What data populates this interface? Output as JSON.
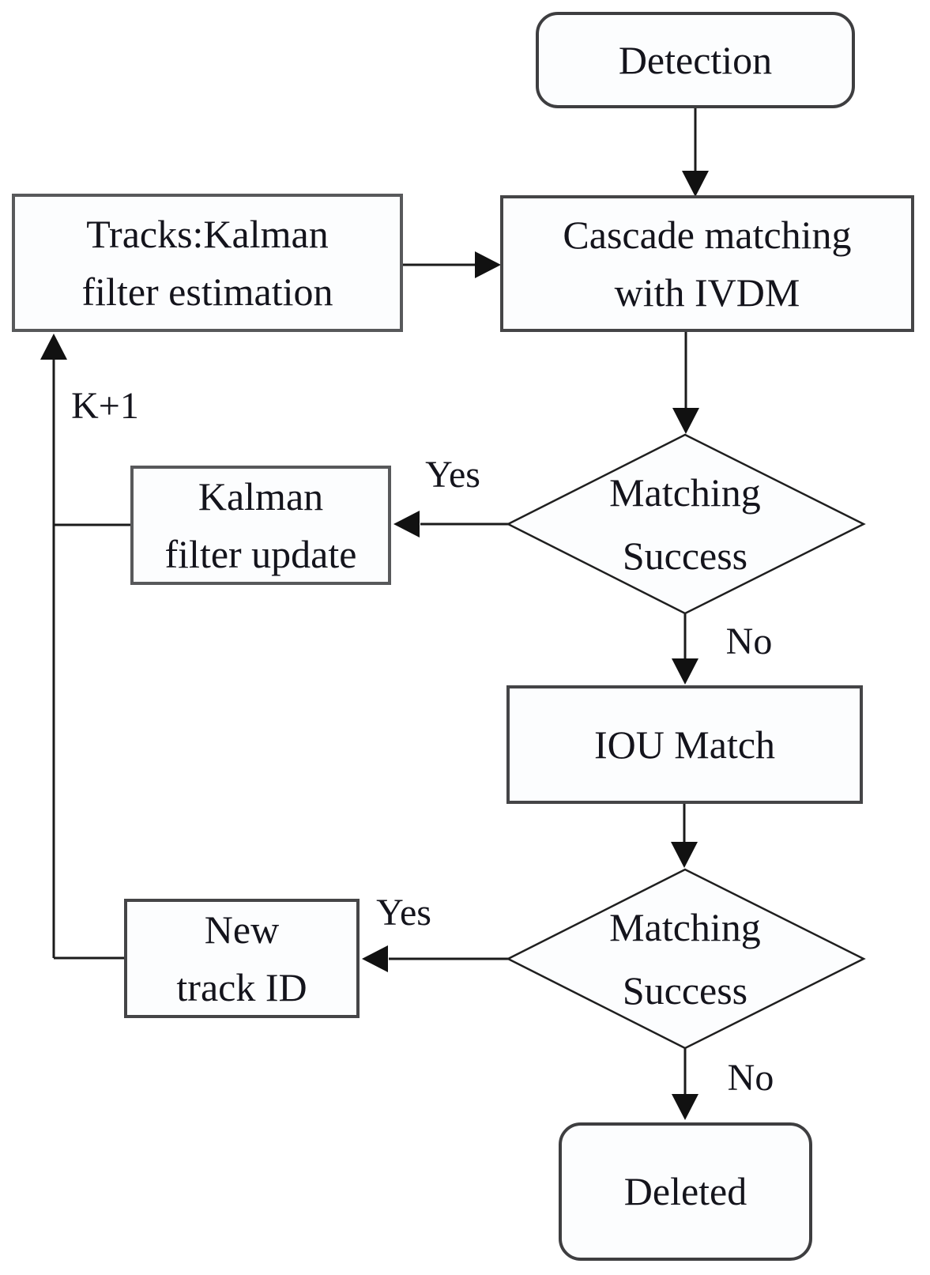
{
  "figure": {
    "kind": "flowchart",
    "nodes": {
      "detection": {
        "label": "Detection",
        "shape": "rounded-rectangle"
      },
      "tracks_kalman": {
        "line1": "Tracks:Kalman",
        "line2": "filter estimation",
        "shape": "rectangle"
      },
      "cascade_matching": {
        "line1": "Cascade matching",
        "line2": "with IVDM",
        "shape": "rectangle"
      },
      "matching_success_1": {
        "line1": "Matching",
        "line2": "Success",
        "shape": "diamond"
      },
      "kalman_filter_update": {
        "line1": "Kalman",
        "line2": "filter update",
        "shape": "rectangle"
      },
      "iou_match": {
        "label": "IOU Match",
        "shape": "rectangle"
      },
      "matching_success_2": {
        "line1": "Matching",
        "line2": "Success",
        "shape": "diamond"
      },
      "new_track_id": {
        "line1": "New",
        "line2": "track ID",
        "shape": "rectangle"
      },
      "deleted": {
        "label": "Deleted",
        "shape": "rounded-rectangle"
      }
    },
    "edge_labels": {
      "yes_cascade": "Yes",
      "no_cascade": "No",
      "yes_iou": "Yes",
      "no_iou": "No",
      "frame_increment": "K+1"
    },
    "edges": [
      {
        "from": "detection",
        "to": "cascade_matching",
        "label": ""
      },
      {
        "from": "tracks_kalman",
        "to": "cascade_matching",
        "label": ""
      },
      {
        "from": "cascade_matching",
        "to": "matching_success_1",
        "label": ""
      },
      {
        "from": "matching_success_1",
        "to": "kalman_filter_update",
        "label": "Yes"
      },
      {
        "from": "matching_success_1",
        "to": "iou_match",
        "label": "No"
      },
      {
        "from": "iou_match",
        "to": "matching_success_2",
        "label": ""
      },
      {
        "from": "matching_success_2",
        "to": "new_track_id",
        "label": "Yes"
      },
      {
        "from": "matching_success_2",
        "to": "deleted",
        "label": "No"
      },
      {
        "from": "kalman_filter_update",
        "to": "tracks_kalman",
        "label": "K+1"
      },
      {
        "from": "new_track_id",
        "to": "tracks_kalman",
        "label": "K+1"
      }
    ],
    "colors": {
      "node_fill": "#fcfdfe",
      "node_border_gray": "#58595b",
      "node_border_dark": "#3e3e40",
      "line": "#1b1b1b",
      "text": "#14141c",
      "background": "#ffffff"
    }
  }
}
